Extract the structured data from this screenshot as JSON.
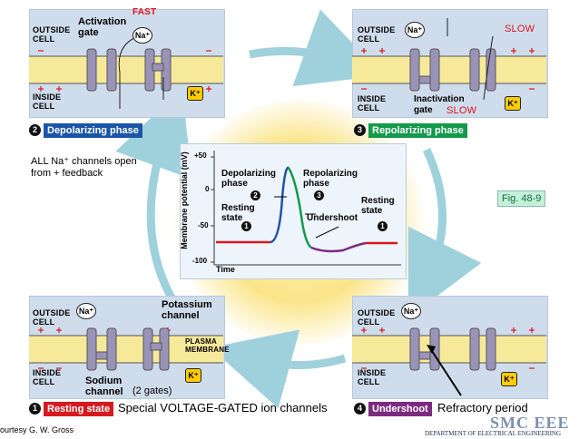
{
  "labels": {
    "fast": "FAST",
    "slow_top": "SLOW",
    "slow_gate": "SLOW",
    "outside_cell": "OUTSIDE CELL",
    "inside_cell": "INSIDE CELL",
    "activation_gate": "Activation gate",
    "inactivation_gate": "Inactivation gate",
    "potassium_channel": "Potassium channel",
    "plasma_membrane": "PLASMA MEMBRANE",
    "sodium_channel": "Sodium channel",
    "two_gates": "(2 gates)",
    "na_ion": "Na⁺",
    "k_ion": "K⁺",
    "all_na_open": "ALL Na⁺ channels open from + feedback",
    "fig": "Fig. 48-9",
    "special": "Special VOLTAGE-GATED ion channels",
    "refractory": "Refractory period",
    "courtesy": "ourtesy G. W. Gross",
    "logo": "SMC EEE",
    "dept": "DEPARTMENT OF ELECTRICAL ENGINEERING"
  },
  "phases": [
    {
      "num": "1",
      "label": "Resting state",
      "color": "#d7191f"
    },
    {
      "num": "2",
      "label": "Depolarizing phase",
      "color": "#1c55a8"
    },
    {
      "num": "3",
      "label": "Repolarizing phase",
      "color": "#129a4a"
    },
    {
      "num": "4",
      "label": "Undershoot",
      "color": "#7b2a80"
    }
  ],
  "graph": {
    "ylabel": "Membrane potential (mV)",
    "xlabel": "Time",
    "yticks": [
      "+50",
      "0",
      "-50",
      "-100"
    ],
    "annotations": {
      "depolarizing": "Depolarizing phase",
      "repolarizing": "Repolarizing phase",
      "resting_left": "Resting state",
      "resting_right": "Resting state",
      "undershoot": "Undershoot"
    },
    "markers": [
      "1",
      "2",
      "3",
      "1"
    ],
    "colors": {
      "resting": "#d7191f",
      "depolarizing": "#1c55a8",
      "repolarizing": "#129a4a",
      "undershoot": "#7b2a80"
    }
  }
}
